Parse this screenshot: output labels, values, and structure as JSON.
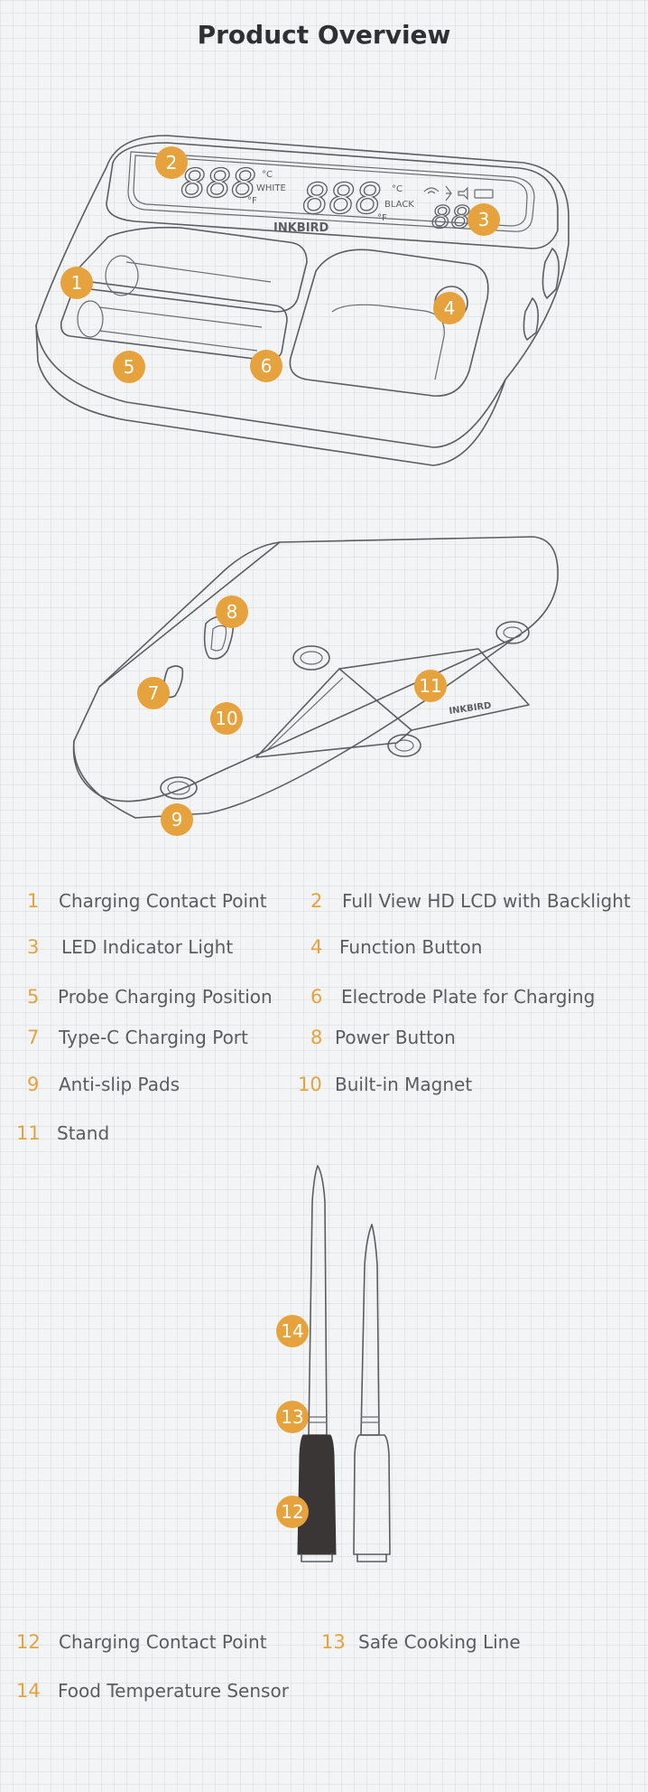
{
  "title": "Product Overview",
  "lcd": {
    "digits_a": "888",
    "digits_b": "888",
    "digits_c": "888",
    "unit_c_1": "°C",
    "unit_f_1": "°F",
    "unit_c_2": "°C",
    "unit_f_2": "°F",
    "white": "WHITE",
    "black": "BLACK"
  },
  "brand_top": "INKBIRD",
  "brand_stand": "INKBIRD",
  "badges": [
    "1",
    "2",
    "3",
    "4",
    "5",
    "6",
    "7",
    "8",
    "9",
    "10",
    "11",
    "12",
    "13",
    "14"
  ],
  "legend": [
    {
      "num": "1",
      "label": "Charging Contact Point"
    },
    {
      "num": "2",
      "label": "Full View HD LCD with Backlight"
    },
    {
      "num": "3",
      "label": "LED Indicator Light"
    },
    {
      "num": "4",
      "label": "Function Button"
    },
    {
      "num": "5",
      "label": "Probe Charging Position"
    },
    {
      "num": "6",
      "label": "Electrode Plate for Charging"
    },
    {
      "num": "7",
      "label": "Type-C Charging Port"
    },
    {
      "num": "8",
      "label": "Power Button"
    },
    {
      "num": "9",
      "label": "Anti-slip Pads"
    },
    {
      "num": "10",
      "label": "Built-in Magnet"
    },
    {
      "num": "11",
      "label": "Stand"
    }
  ],
  "legend_probe": [
    {
      "num": "12",
      "label": "Charging Contact Point"
    },
    {
      "num": "13",
      "label": "Safe Cooking Line"
    },
    {
      "num": "14",
      "label": "Food Temperature Sensor"
    }
  ],
  "colors": {
    "accent": "#e6a23c",
    "text": "#5a5c60",
    "title": "#2f3033",
    "line": "#5b5d62"
  }
}
